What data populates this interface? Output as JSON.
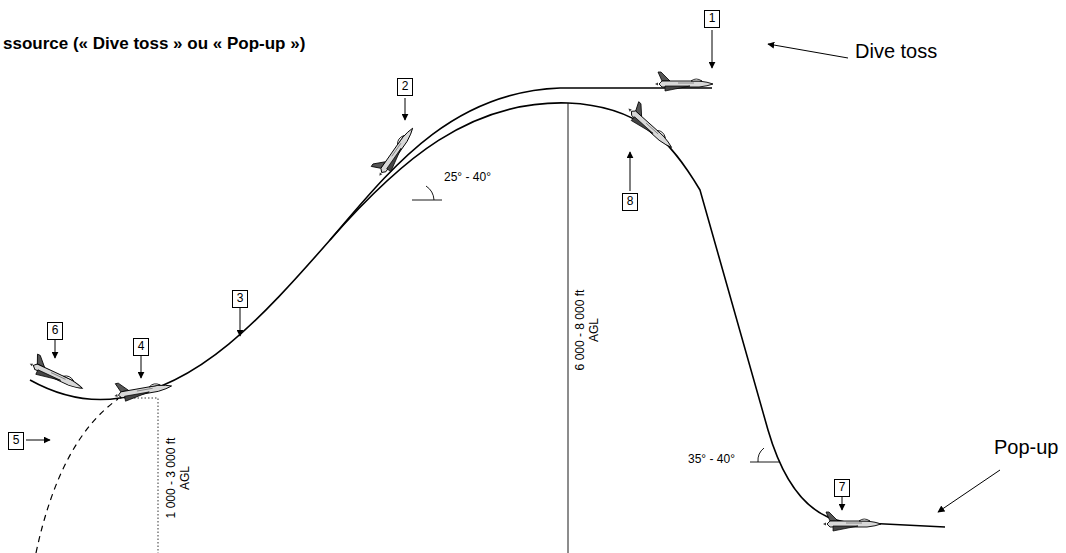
{
  "diagram": {
    "title": "ssource (« Dive toss » ou « Pop-up »)",
    "nodes": [
      {
        "text": [
          "1"
        ]
      },
      {
        "text": [
          "2"
        ]
      },
      {
        "text": [
          "8"
        ]
      },
      {
        "text": [
          "3"
        ]
      },
      {
        "text": [
          "6"
        ]
      },
      {
        "text": [
          "4"
        ]
      },
      {
        "text": [
          "5"
        ]
      },
      {
        "text": [
          "7"
        ]
      }
    ],
    "labels": [
      "Dive toss",
      "Pop-up",
      "25° - 40°",
      "35° - 40°",
      "6 000 - 8 000 ft AGL",
      "1 000 - 3 000 ft AGL"
    ]
  }
}
